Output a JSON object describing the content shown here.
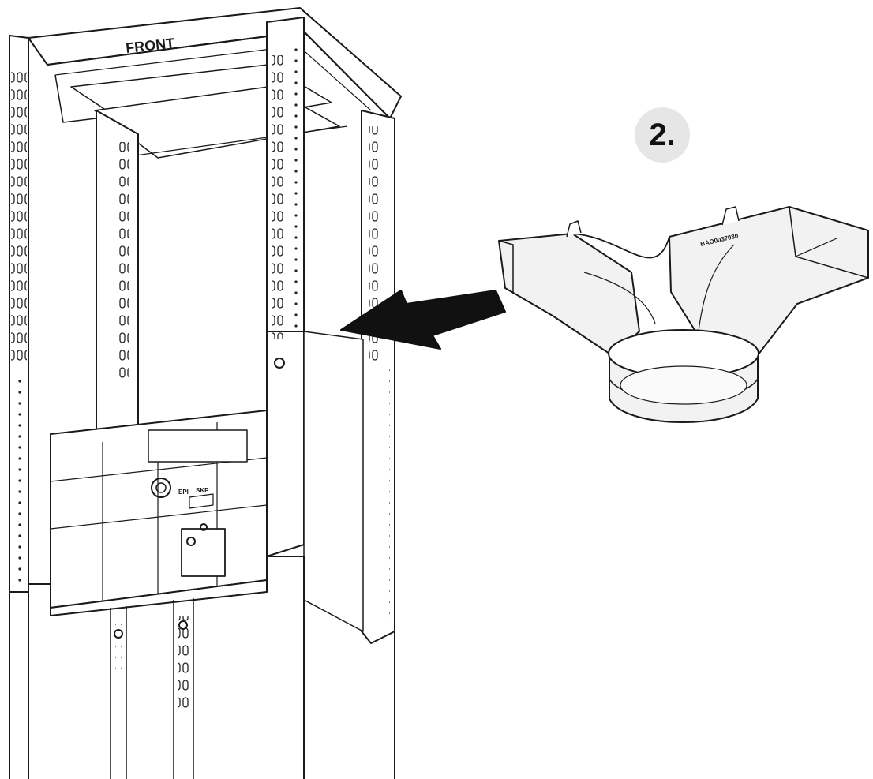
{
  "diagram": {
    "frame_label": "FRONT",
    "step_number": "2.",
    "part_code": "BAO0037030",
    "panel_marks": [
      "EPI",
      "SKP"
    ]
  },
  "colors": {
    "line": "#1a1a1a",
    "badge_bg": "#e6e6e6",
    "duct_fill": "#f0f0f0",
    "arrow": "#111111"
  }
}
